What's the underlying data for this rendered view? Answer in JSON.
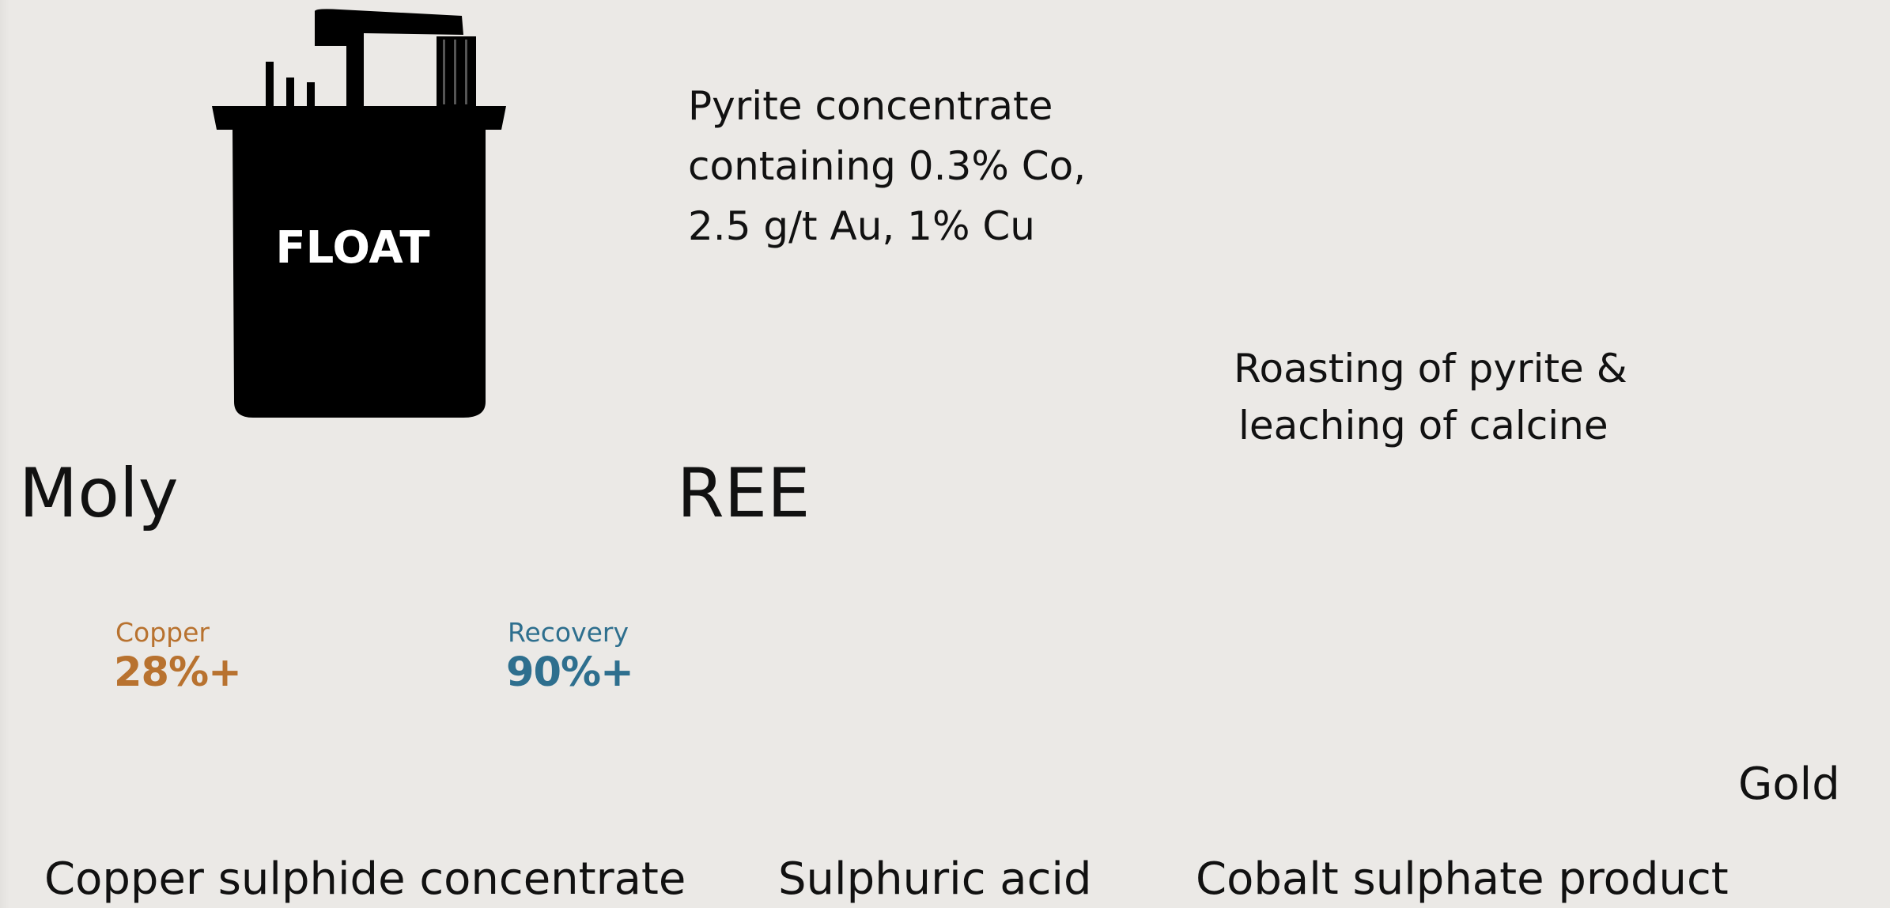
{
  "flotation_cell": {
    "label": "FLOAT"
  },
  "feed_stream": {
    "lines": [
      "Pyrite concentrate",
      "containing 0.3% Co,",
      "2.5 g/t Au, 1% Cu"
    ]
  },
  "roasting_step": {
    "lines": [
      "Roasting of pyrite &",
      "leaching of calcine"
    ]
  },
  "byproducts": {
    "moly": "Moly",
    "ree": "REE"
  },
  "copper_concentrate": {
    "grade_label": "Copper",
    "grade_value": "28%+",
    "recovery_label": "Recovery",
    "recovery_value": "90%+",
    "caption": "Copper sulphide concentrate"
  },
  "products": {
    "acid": "Sulphuric acid",
    "cobalt": "Cobalt sulphate product",
    "gold": "Gold"
  },
  "colors": {
    "copper_pile": "#b87333",
    "cobalt_pile": "#2f3f4d",
    "copper_text": "#b8722f",
    "recovery_text": "#2e6f8e",
    "gold": "#d4a628"
  }
}
